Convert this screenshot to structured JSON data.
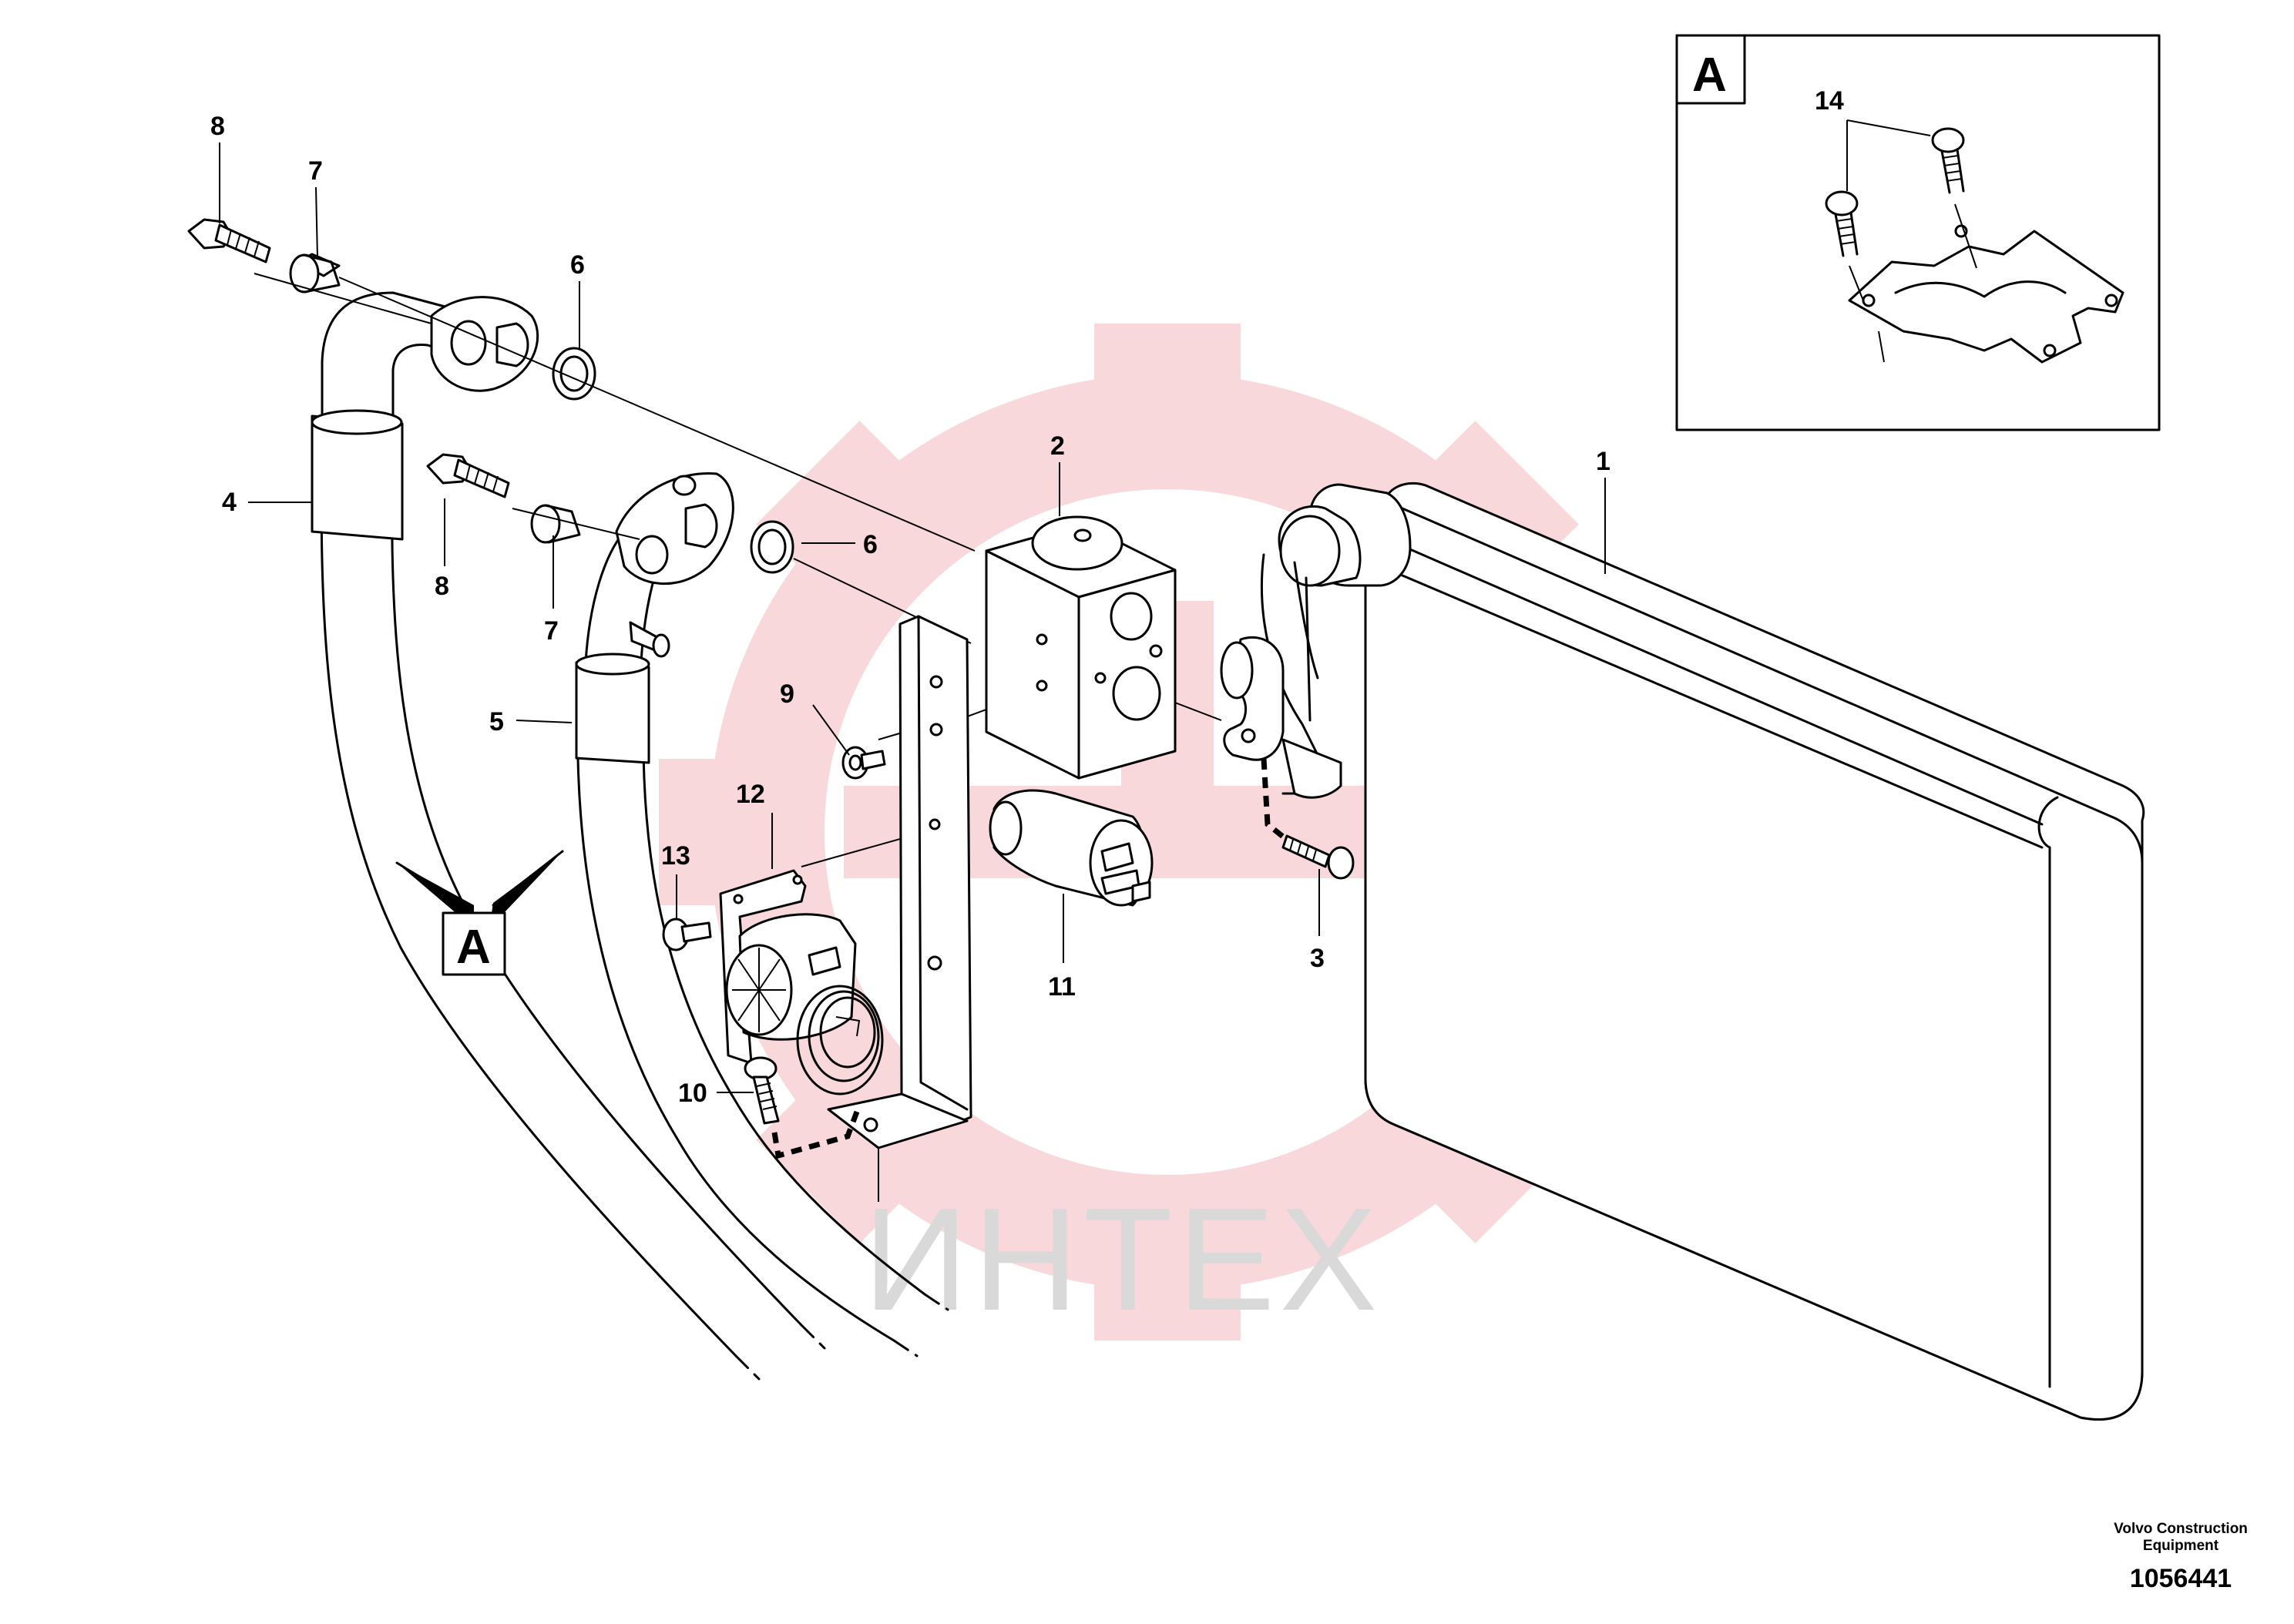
{
  "watermark": {
    "text": "ИНТЕХ",
    "gear_color": "#f5c2c8",
    "text_color": "#d9d9d9"
  },
  "detail_view": {
    "label": "A"
  },
  "view_marker": {
    "label": "A"
  },
  "callouts": {
    "c1": "1",
    "c2": "2",
    "c3": "3",
    "c4": "4",
    "c5": "5",
    "c6a": "6",
    "c6b": "6",
    "c7a": "7",
    "c7b": "7",
    "c8a": "8",
    "c8b": "8",
    "c9": "9",
    "c10": "10",
    "c11": "11",
    "c12": "12",
    "c13": "13",
    "c14": "14"
  },
  "footer": {
    "line1": "Volvo Construction",
    "line2": "Equipment",
    "number": "1056441"
  }
}
